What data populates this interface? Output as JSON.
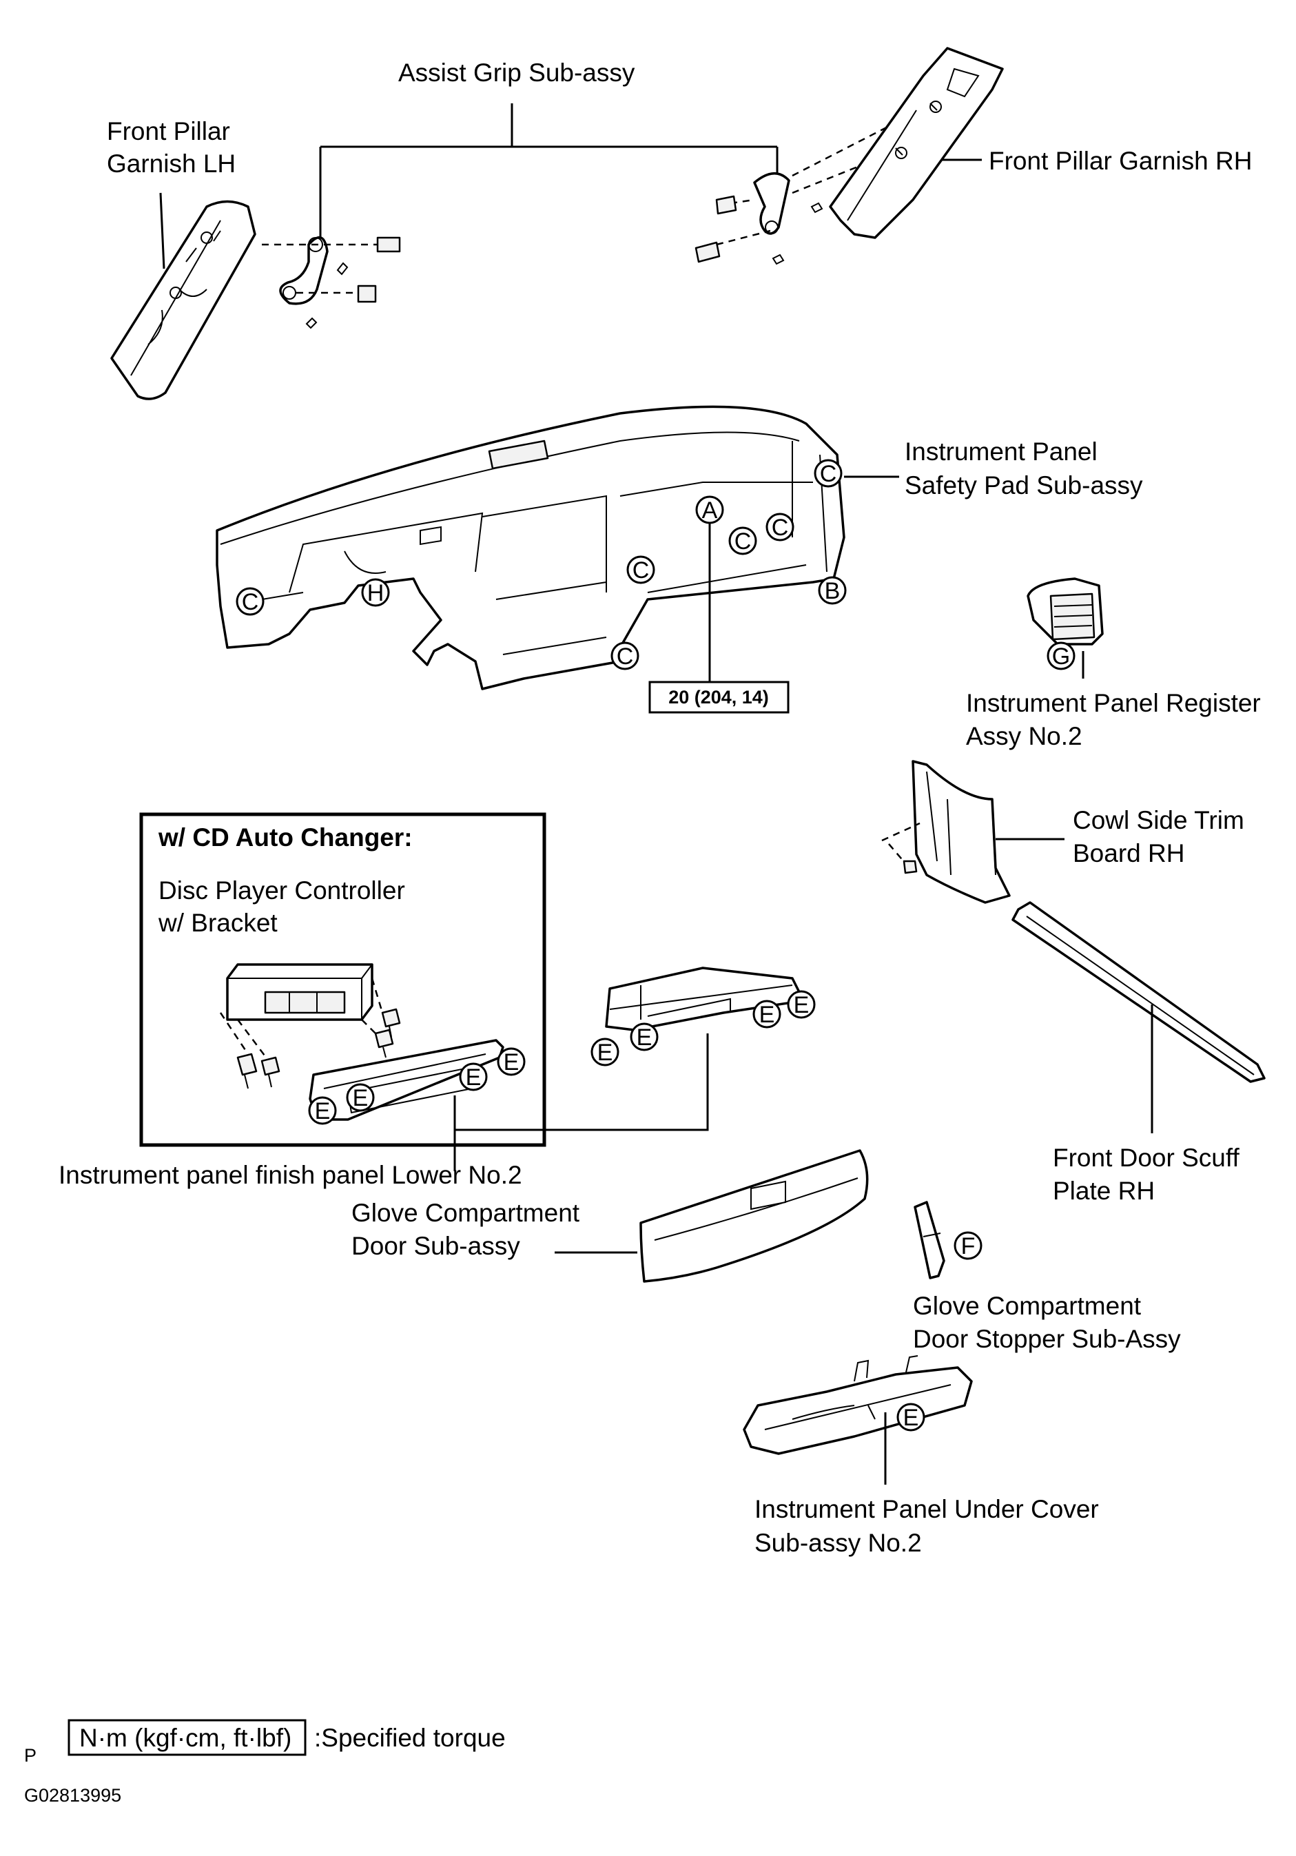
{
  "labels": {
    "assist_grip": "Assist Grip Sub-assy",
    "front_pillar_lh_1": "Front Pillar",
    "front_pillar_lh_2": "Garnish LH",
    "front_pillar_rh": "Front Pillar Garnish RH",
    "safety_pad_1": "Instrument Panel",
    "safety_pad_2": "Safety Pad Sub-assy",
    "register_1": "Instrument Panel Register",
    "register_2": "Assy No.2",
    "cowl_1": "Cowl Side Trim",
    "cowl_2": "Board RH",
    "cd_box_title": "w/ CD Auto Changer:",
    "disc_player_1": "Disc Player Controller",
    "disc_player_2": "w/ Bracket",
    "finish_panel": "Instrument panel finish panel Lower No.2",
    "glove_door_1": "Glove Compartment",
    "glove_door_2": "Door  Sub-assy",
    "scuff_1": "Front Door Scuff",
    "scuff_2": "Plate RH",
    "stopper_1": "Glove Compartment",
    "stopper_2": "Door Stopper  Sub-Assy",
    "under_cover_1": "Instrument Panel Under Cover",
    "under_cover_2": "Sub-assy  No.2"
  },
  "torque": {
    "value": "20 (204, 14)"
  },
  "legend": {
    "unit": "N·m (kgf·cm, ft·lbf)",
    "text": ":Specified torque"
  },
  "footer": {
    "p": "P",
    "code": "G02813995"
  },
  "callouts": {
    "a": "A",
    "b": "B",
    "c": "C",
    "e": "E",
    "f": "F",
    "g": "G",
    "h": "H"
  }
}
